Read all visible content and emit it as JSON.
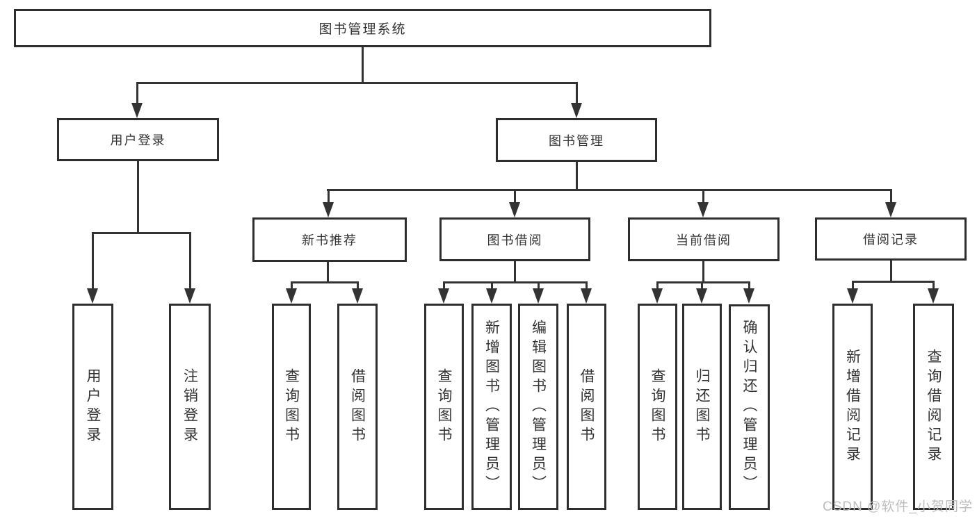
{
  "colors": {
    "line": "#333333",
    "box_border": "#2e2e2e",
    "text": "#333333",
    "watermark": "#bdbdbd",
    "background": "#ffffff"
  },
  "watermark": "CSDN @软件_小贺同学",
  "diagram": {
    "root": {
      "label": "图书管理系统"
    },
    "branches": [
      {
        "label": "用户登录",
        "children": [
          {
            "label": "用户登录"
          },
          {
            "label": "注销登录"
          }
        ]
      },
      {
        "label": "图书管理",
        "groups": [
          {
            "label": "新书推荐",
            "children": [
              {
                "label": "查询图书"
              },
              {
                "label": "借阅图书"
              }
            ]
          },
          {
            "label": "图书借阅",
            "children": [
              {
                "label": "查询图书"
              },
              {
                "label": "新增图书（管理员）"
              },
              {
                "label": "编辑图书（管理员）"
              },
              {
                "label": "借阅图书"
              }
            ]
          },
          {
            "label": "当前借阅",
            "children": [
              {
                "label": "查询图书"
              },
              {
                "label": "归还图书"
              },
              {
                "label": "确认归还（管理员）"
              }
            ]
          },
          {
            "label": "借阅记录",
            "children": [
              {
                "label": "新增借阅记录"
              },
              {
                "label": "查询借阅记录"
              }
            ]
          }
        ]
      }
    ]
  }
}
